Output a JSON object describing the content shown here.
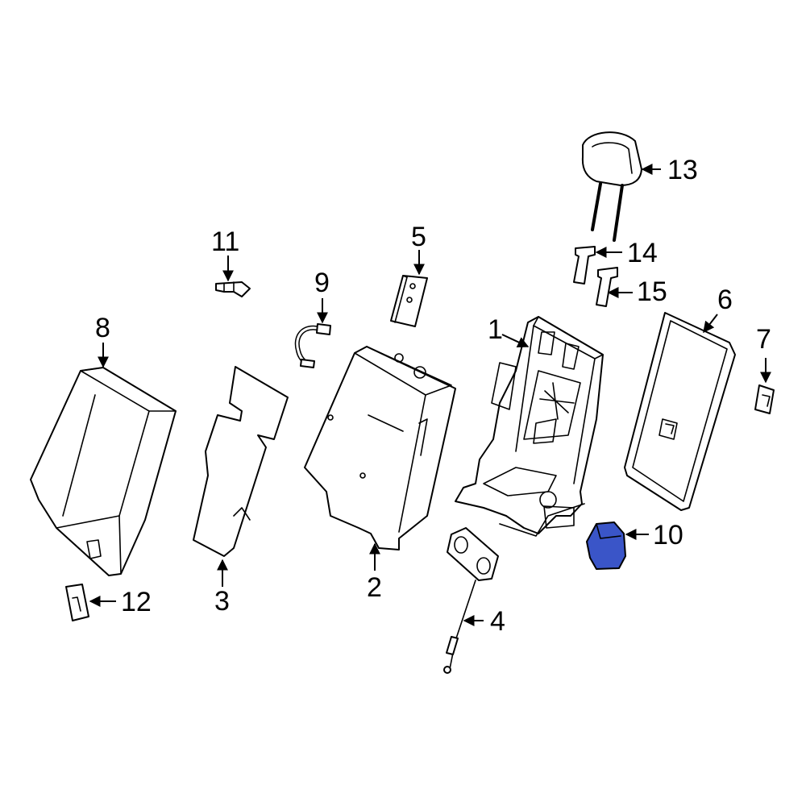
{
  "diagram": {
    "highlight_color": "#3a55c8",
    "callouts": {
      "c1": "1",
      "c2": "2",
      "c3": "3",
      "c4": "4",
      "c5": "5",
      "c6": "6",
      "c7": "7",
      "c8": "8",
      "c9": "9",
      "c10": "10",
      "c11": "11",
      "c12": "12",
      "c13": "13",
      "c14": "14",
      "c15": "15"
    }
  }
}
